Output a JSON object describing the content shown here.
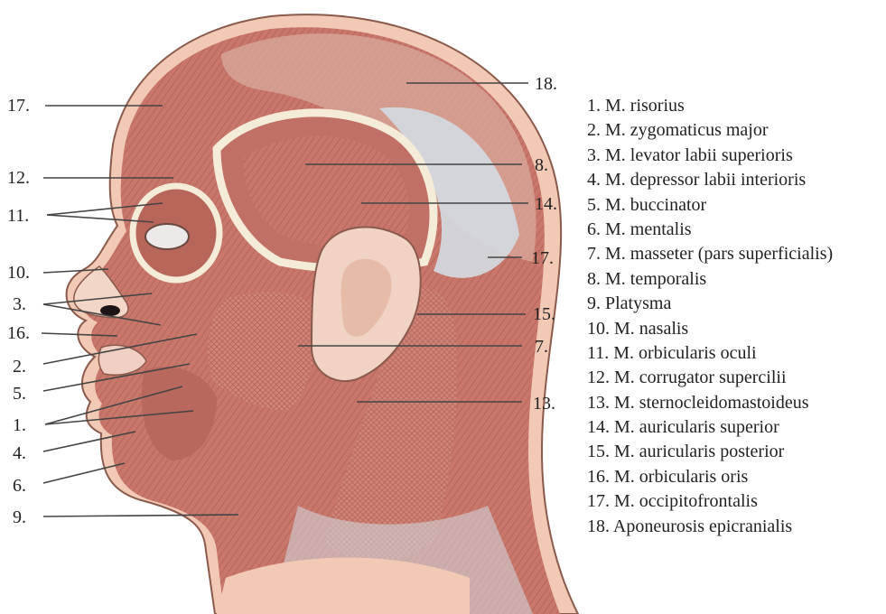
{
  "diagram": {
    "colors": {
      "muscle": "#c8776a",
      "muscle_dark": "#a8564a",
      "skin": "#f2c9b5",
      "fascia": "#f4ecd8",
      "aponeurosis": "#d4dbe3",
      "line": "#444444"
    },
    "callouts": {
      "n1": "1.",
      "n2": "2.",
      "n3": "3.",
      "n4": "4.",
      "n5": "5.",
      "n6": "6.",
      "n7": "7.",
      "n8": "8.",
      "n9": "9.",
      "n10": "10.",
      "n11": "11.",
      "n12": "12.",
      "n13": "13.",
      "n14": "14.",
      "n15": "15.",
      "n16": "16.",
      "n17a": "17.",
      "n17b": "17.",
      "n18": "18."
    },
    "legend": [
      "1. M. risorius",
      "2. M. zygomaticus major",
      "3. M. levator labii superioris",
      "4. M. depressor labii interioris",
      "5. M. buccinator",
      "6. M. mentalis",
      "7. M. masseter (pars superficialis)",
      "8. M. temporalis",
      "9. Platysma",
      "10. M. nasalis",
      "11. M. orbicularis oculi",
      "12. M. corrugator supercilii",
      "13. M. sternocleidomastoideus",
      "14. M. auricularis superior",
      "15. M. auricularis posterior",
      "16. M. orbicularis oris",
      "17. M. occipitofrontalis",
      "18. Aponeurosis epicranialis"
    ]
  }
}
